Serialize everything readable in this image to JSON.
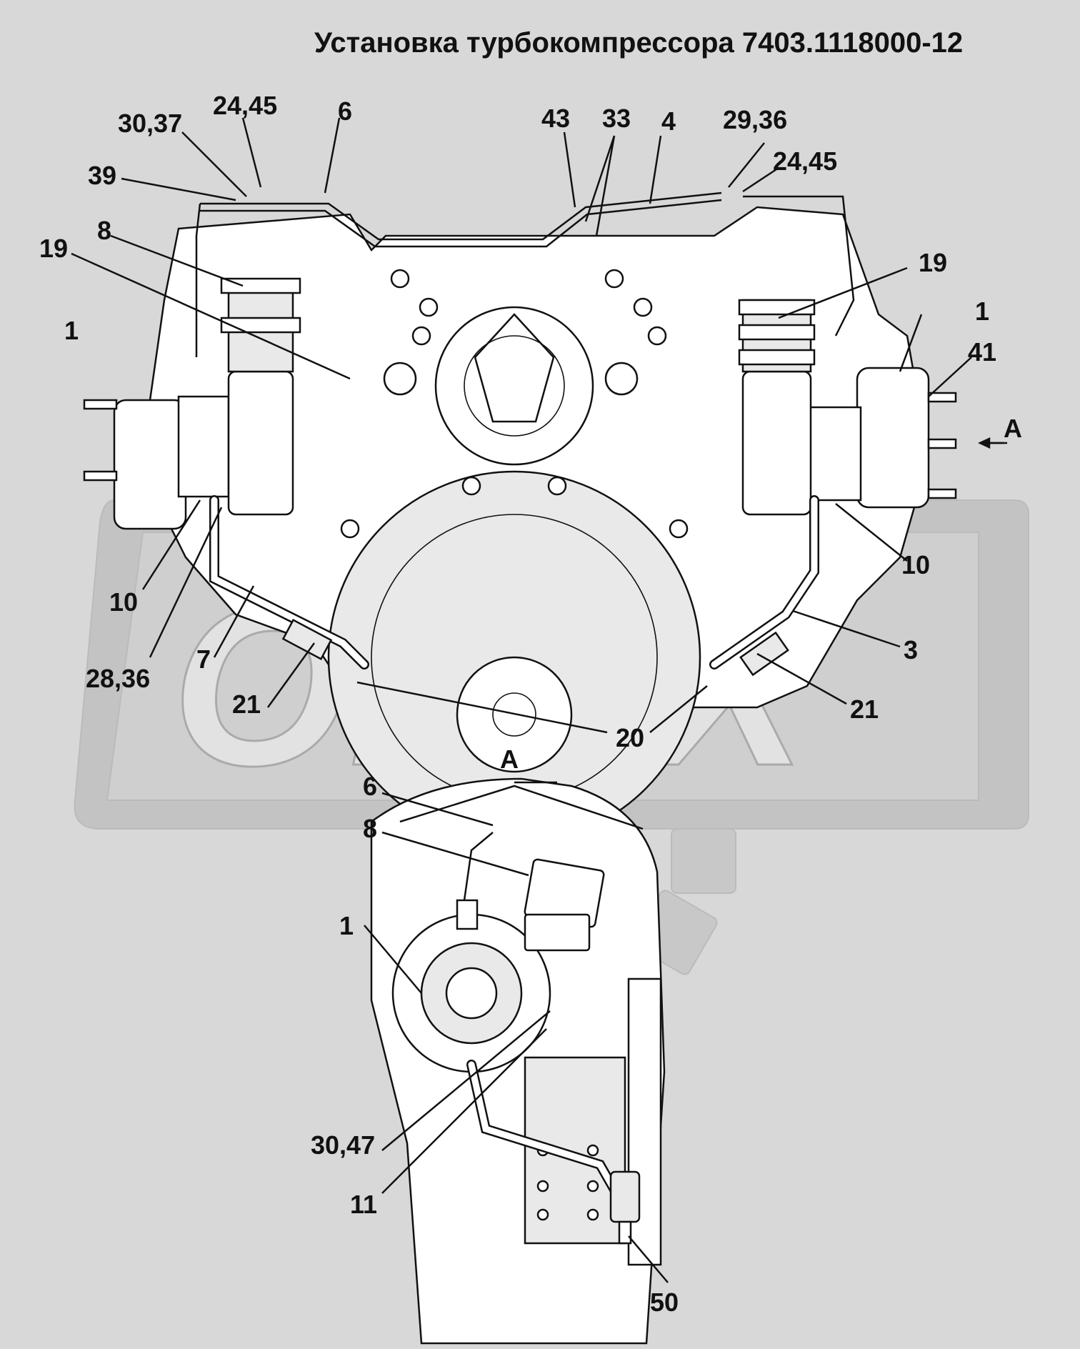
{
  "title": "Установка турбокомпрессора 7403.1118000-12",
  "view_label": "А",
  "watermark": "ОРЕХ",
  "callouts": {
    "c_30_37": "30,37",
    "c_24_45_left": "24,45",
    "c_6_top": "6",
    "c_43": "43",
    "c_33": "33",
    "c_4": "4",
    "c_29_36": "29,36",
    "c_24_45_right": "24,45",
    "c_39": "39",
    "c_8_top": "8",
    "c_19_left": "19",
    "c_19_right": "19",
    "c_1_left": "1",
    "c_1_right": "1",
    "c_41": "41",
    "c_A_arrow": "А",
    "c_10_left": "10",
    "c_10_right": "10",
    "c_28_36": "28,36",
    "c_7": "7",
    "c_3": "3",
    "c_21_left": "21",
    "c_21_right": "21",
    "c_20": "20",
    "c_A_view": "А",
    "c_6_view": "6",
    "c_8_view": "8",
    "c_1_view": "1",
    "c_30_47": "30,47",
    "c_11": "11",
    "c_50": "50"
  }
}
